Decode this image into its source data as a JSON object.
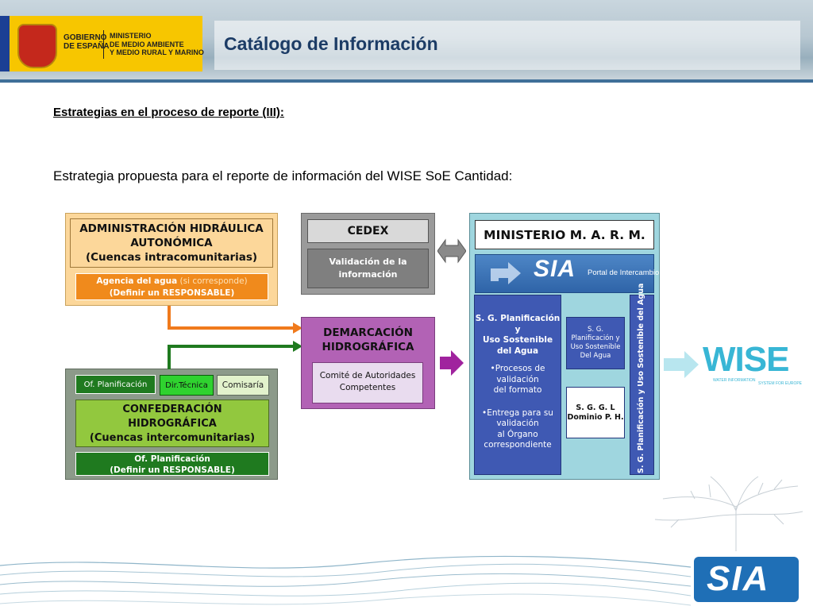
{
  "header": {
    "gov_line1": "GOBIERNO",
    "gov_line2": "DE ESPAÑA",
    "ministry_line1": "MINISTERIO",
    "ministry_line2": "DE MEDIO AMBIENTE",
    "ministry_line3": "Y MEDIO RURAL Y MARINO",
    "title": "Catálogo de Información"
  },
  "content": {
    "subtitle": "Estrategias en el proceso de reporte (III):",
    "intro": "Estrategia propuesta para el reporte de información del WISE SoE Cantidad:"
  },
  "diagram": {
    "admin": {
      "title_line1": "ADMINISTRACIÓN HIDRÁULICA",
      "title_line2": "AUTONÓMICA",
      "title_line3": "(Cuencas intracomunitarias)",
      "agency_bold": "Agencia del agua",
      "agency_note": " (si corresponde)",
      "agency_line2": "(Definir un RESPONSABLE)"
    },
    "confed": {
      "tab_planif": "Of. Planificación",
      "tab_tecnica": "Dir.Técnica",
      "tab_comisaria": "Comisaría",
      "title_line1": "CONFEDERACIÓN",
      "title_line2": "HIDROGRÁFICA",
      "title_line3": "(Cuencas intercomunitarias)",
      "office_line1": "Of. Planificación",
      "office_line2": "(Definir un RESPONSABLE)"
    },
    "cedex": {
      "title": "CEDEX",
      "validation_line1": "Validación de la",
      "validation_line2": "información"
    },
    "demarcacion": {
      "title_line1": "DEMARCACIÓN",
      "title_line2": "HIDROGRÁFICA",
      "committee_line1": "Comité de Autoridades",
      "committee_line2": "Competentes"
    },
    "ministerio": {
      "title": "MINISTERIO M. A. R. M.",
      "sia_logo": "SIA",
      "portal_label": "Portal de Intercambio",
      "sg_title_line1": "S. G. Planificación",
      "sg_title_line2": "y",
      "sg_title_line3": "Uso Sostenible",
      "sg_title_line4": "del Agua",
      "bullet1_line1": "•Procesos de",
      "bullet1_line2": "validación",
      "bullet1_line3": "del formato",
      "bullet2_line1": "•Entrega para su",
      "bullet2_line2": "validación",
      "bullet2_line3": "al Órgano",
      "bullet2_line4": "correspondiente",
      "small_sg_line1": "S. G.",
      "small_sg_line2": "Planificación y",
      "small_sg_line3": "Uso Sostenible",
      "small_sg_line4": "Del Agua",
      "sggl_line1": "S. G. G. L",
      "sggl_line2": "Dominio P. H.",
      "vertical_label": "S. G. Planificación y Uso Sostenible del Agua"
    },
    "wise": {
      "logo": "WISE",
      "tag_line1": "WATER INFORMATION",
      "tag_line2": "SYSTEM FOR EUROPE"
    }
  },
  "footer": {
    "sia_logo": "SIA"
  },
  "colors": {
    "title_blue": "#1c3c66",
    "admin_fill": "#fcd79a",
    "admin_orange": "#f08a1c",
    "confed_grey": "#8c9a8a",
    "green_light": "#92c83e",
    "green_dark": "#1f7a1f",
    "cedex_grey": "#7f7f7f",
    "demarc_purple": "#b262b5",
    "ministerio_teal": "#9fd6df",
    "sg_blue": "#3f59b3",
    "wise_cyan": "#38b6d5"
  }
}
